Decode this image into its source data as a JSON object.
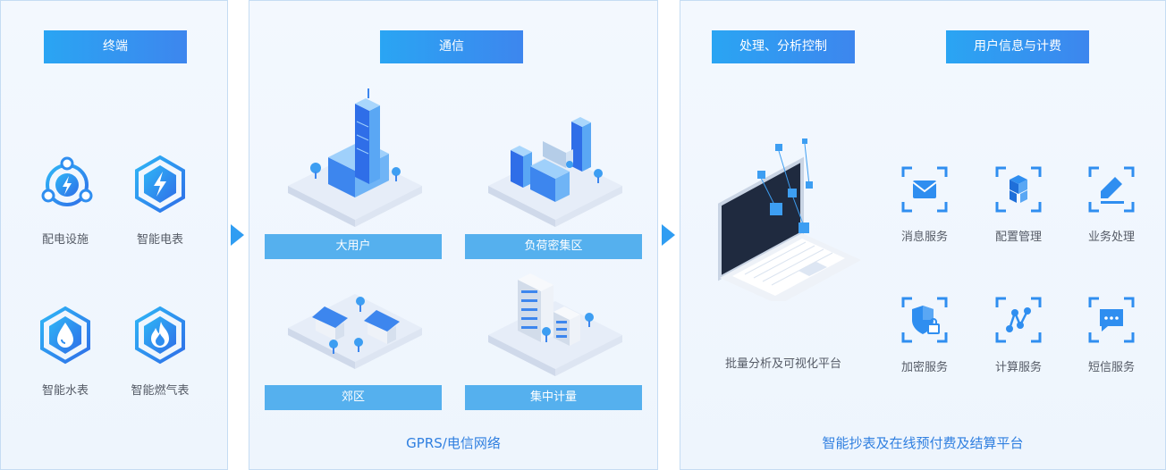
{
  "terminal": {
    "title": "终端",
    "devices": [
      {
        "label": "配电设施",
        "icon": "power-facility-icon"
      },
      {
        "label": "智能电表",
        "icon": "electric-meter-icon"
      },
      {
        "label": "智能水表",
        "icon": "water-meter-icon"
      },
      {
        "label": "智能燃气表",
        "icon": "gas-meter-icon"
      }
    ]
  },
  "communication": {
    "title": "通信",
    "scenes": [
      {
        "label": "大用户",
        "icon": "skyscraper-illustration"
      },
      {
        "label": "负荷密集区",
        "icon": "dense-buildings-illustration"
      },
      {
        "label": "郊区",
        "icon": "suburb-houses-illustration"
      },
      {
        "label": "集中计量",
        "icon": "apartment-illustration"
      }
    ],
    "network": "GPRS/电信网络"
  },
  "platform": {
    "processing_title": "处理、分析控制",
    "user_title": "用户信息与计费",
    "analysis_label": "批量分析及可视化平台",
    "services": [
      {
        "label": "消息服务",
        "icon": "mail-icon"
      },
      {
        "label": "配置管理",
        "icon": "cubes-icon"
      },
      {
        "label": "业务处理",
        "icon": "edit-icon"
      },
      {
        "label": "加密服务",
        "icon": "shield-lock-icon"
      },
      {
        "label": "计算服务",
        "icon": "graph-nodes-icon"
      },
      {
        "label": "短信服务",
        "icon": "chat-icon"
      }
    ],
    "platform_name": "智能抄表及在线预付费及结算平台"
  },
  "colors": {
    "accent": "#2f9df2",
    "header_gradient_start": "#2aa5f3",
    "header_gradient_end": "#3d86ee",
    "bar": "#55b0ee",
    "caption": "#2f7fe0"
  }
}
